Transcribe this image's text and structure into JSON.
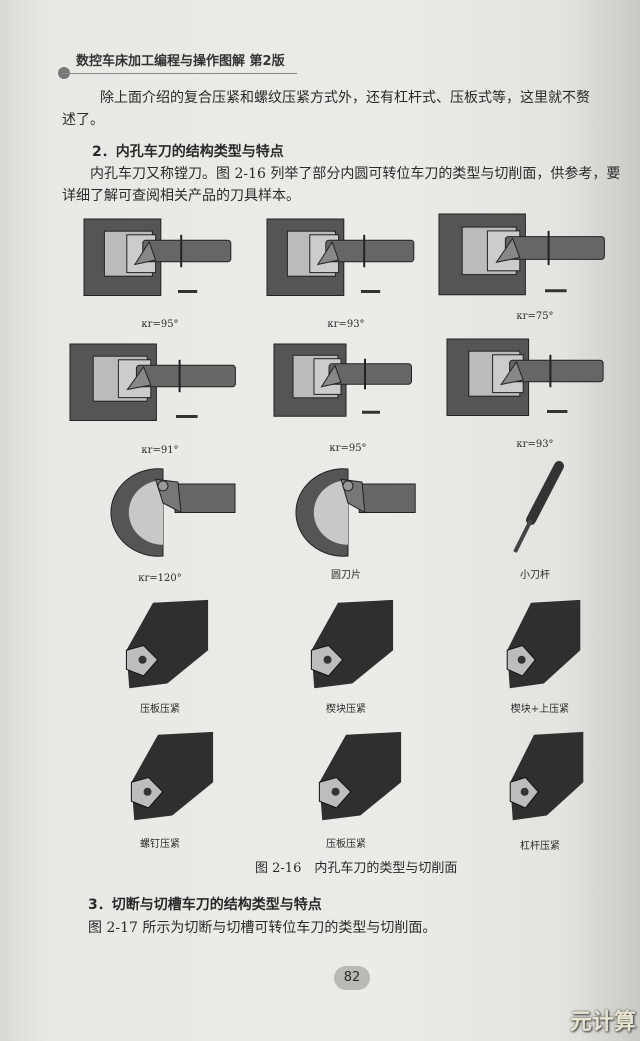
{
  "header": {
    "book_title": "数控车床加工编程与操作图解 第2版"
  },
  "body": {
    "para1_line1": "除上面介绍的复合压紧和螺纹压紧方式外，还有杠杆式、压板式等，这里就不赘",
    "para1_line2": "述了。",
    "heading2": "2．内孔车刀的结构类型与特点",
    "para2_line1": "内孔车刀又称镗刀。图 2-16 列举了部分内圆可转位车刀的类型与切削面，供参考，要",
    "para2_line2": "详细了解可查阅相关产品的刀具样本。"
  },
  "figure": {
    "captions": [
      "κr=95°",
      "κr=93°",
      "κr=75°",
      "κr=91°",
      "κr=95°",
      "κr=93°",
      "κr=120°",
      "圆刀片",
      "小刀杆",
      "压板压紧",
      "楔块压紧",
      "楔块+上压紧",
      "螺钉压紧",
      "压板压紧",
      "杠杆压紧"
    ],
    "title": "图 2-16　内孔车刀的类型与切削面"
  },
  "section3": {
    "heading": "3．切断与切槽车刀的结构类型与特点",
    "text": "图 2-17 所示为切断与切槽可转位车刀的类型与切削面。"
  },
  "page_number": "82",
  "watermark": "元计算"
}
